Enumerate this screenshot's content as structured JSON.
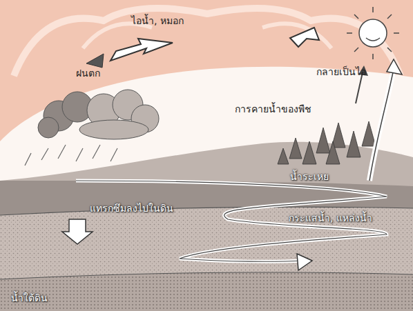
{
  "diagram": {
    "labels": [
      "ไอน้ำ, หมอก",
      "ฝนตก",
      "กลายเป็นไอ",
      "การคายน้ำของพืช",
      "น้ำระเหย",
      "แทรกซึมลงไปในดิน",
      "กระแสน้ำ, แหล่งน้ำ",
      "น้ำใต้ดิน"
    ]
  }
}
